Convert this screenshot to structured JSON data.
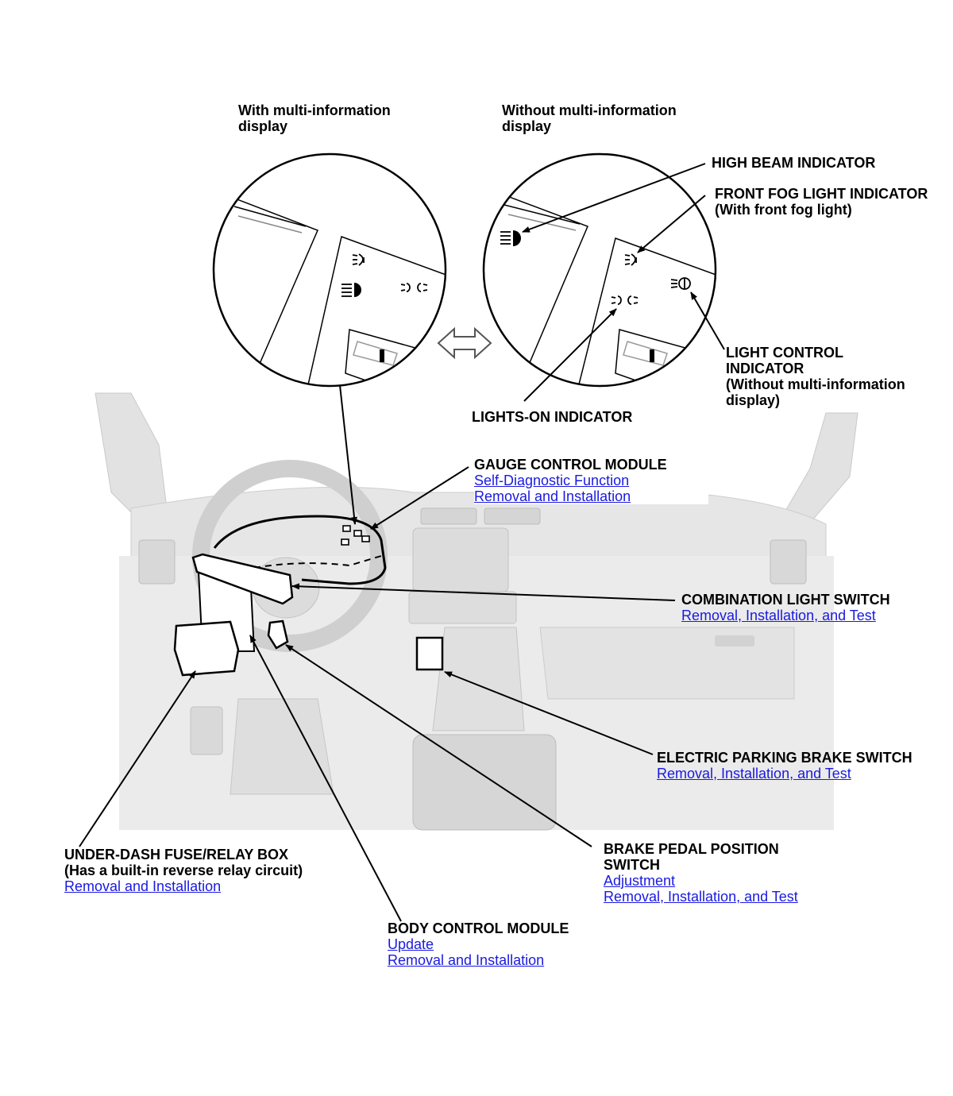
{
  "captions": {
    "with_mid": [
      "With multi-information",
      "display"
    ],
    "without_mid": [
      "Without multi-information",
      "display"
    ]
  },
  "labels": {
    "high_beam": {
      "lines": [
        "HIGH BEAM INDICATOR"
      ]
    },
    "front_fog": {
      "lines": [
        "FRONT FOG LIGHT INDICATOR",
        "(With front fog light)"
      ]
    },
    "light_control": {
      "lines": [
        "LIGHT CONTROL",
        "INDICATOR",
        "(Without multi-information",
        "display)"
      ]
    },
    "lights_on": {
      "lines": [
        "LIGHTS-ON INDICATOR"
      ]
    },
    "gauge": {
      "lines": [
        "GAUGE CONTROL MODULE"
      ],
      "links": [
        "Self-Diagnostic Function",
        "Removal and Installation"
      ]
    },
    "combo": {
      "lines": [
        "COMBINATION LIGHT SWITCH"
      ],
      "links": [
        "Removal, Installation, and Test"
      ]
    },
    "epb": {
      "lines": [
        "ELECTRIC PARKING BRAKE SWITCH"
      ],
      "links": [
        "Removal, Installation, and Test"
      ]
    },
    "brake": {
      "lines": [
        "BRAKE PEDAL POSITION",
        "SWITCH"
      ],
      "links": [
        "Adjustment",
        "Removal, Installation, and Test"
      ]
    },
    "fuse": {
      "lines": [
        "UNDER-DASH FUSE/RELAY BOX",
        "(Has a built-in reverse relay circuit)"
      ],
      "links": [
        "Removal and Installation"
      ]
    },
    "bcm": {
      "lines": [
        "BODY CONTROL MODULE"
      ],
      "links": [
        "Update",
        "Removal and Installation"
      ]
    }
  },
  "colors": {
    "link": "#1a1ae0",
    "line": "#000000",
    "interior": "#e4e4e4"
  }
}
